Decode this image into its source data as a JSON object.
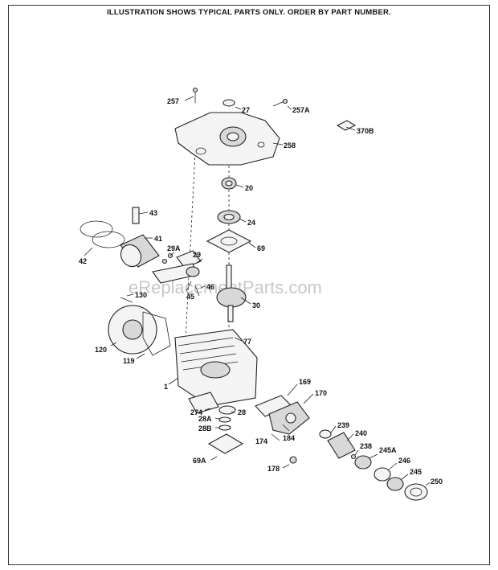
{
  "header": "ILLUSTRATION SHOWS TYPICAL PARTS ONLY. ORDER BY PART NUMBER.",
  "watermark": "eReplacementParts.com",
  "labels": {
    "p257": "257",
    "p27": "27",
    "p257A": "257A",
    "p370B": "370B",
    "p258": "258",
    "p20": "20",
    "p43": "43",
    "p24": "24",
    "p41": "41",
    "p42": "42",
    "p69": "69",
    "p29A": "29A",
    "p29": "29",
    "p46": "46",
    "p45": "45",
    "p130": "130",
    "p30": "30",
    "p77": "77",
    "p120": "120",
    "p119": "119",
    "p1": "1",
    "p169": "169",
    "p170": "170",
    "p274": "274",
    "p28A": "28A",
    "p28": "28",
    "p28B": "28B",
    "p239": "239",
    "p174": "174",
    "p184": "184",
    "p240": "240",
    "p238": "238",
    "p245A": "245A",
    "p246": "246",
    "p69A": "69A",
    "p178": "178",
    "p245": "245",
    "p250": "250"
  }
}
